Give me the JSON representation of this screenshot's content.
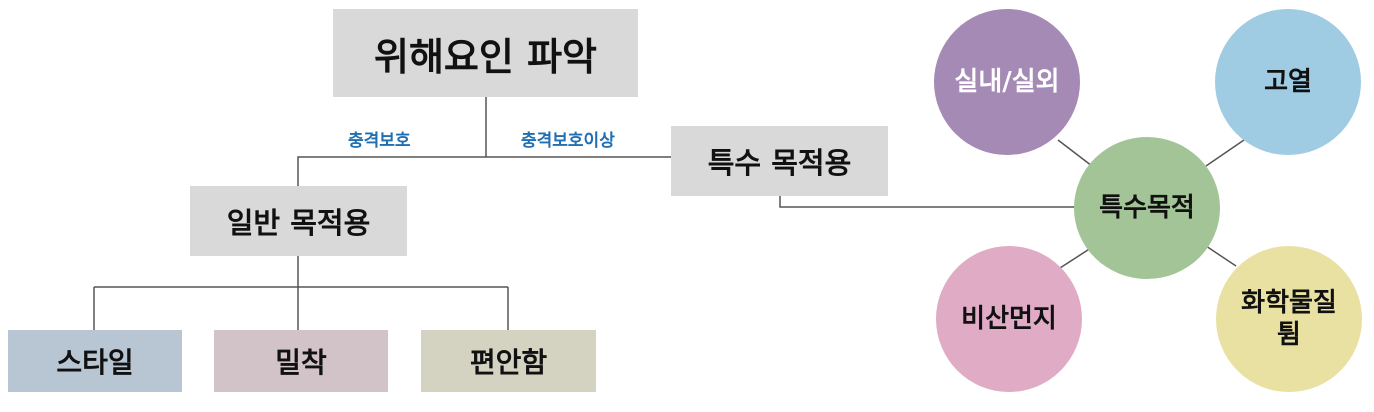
{
  "tree": {
    "root": {
      "label": "위해요인 파악"
    },
    "edge_labels": {
      "general": "충격보호",
      "special": "충격보호이상"
    },
    "general": {
      "label": "일반 목적용"
    },
    "special": {
      "label": "특수 목적용"
    },
    "leaves": [
      {
        "label": "스타일",
        "color": "#b8c6d3"
      },
      {
        "label": "밀착",
        "color": "#d2c3c9"
      },
      {
        "label": "편안함",
        "color": "#d4d3c2"
      }
    ]
  },
  "bubbles": {
    "center": {
      "label": "특수목적",
      "color": "#a2c496"
    },
    "items": [
      {
        "label": "실내/실외",
        "color": "#a48ab5",
        "text_color": "#ffffff"
      },
      {
        "label": "고열",
        "color": "#9fcbe3",
        "text_color": "#111111"
      },
      {
        "label": "비산먼지",
        "color": "#e0abc4",
        "text_color": "#111111"
      },
      {
        "label": "화학물질\n튐",
        "color": "#e8e1a2",
        "text_color": "#111111"
      }
    ]
  },
  "colors": {
    "box_gray": "#d9d9d9",
    "line": "#555555",
    "edge_label": "#1f6fb2"
  }
}
